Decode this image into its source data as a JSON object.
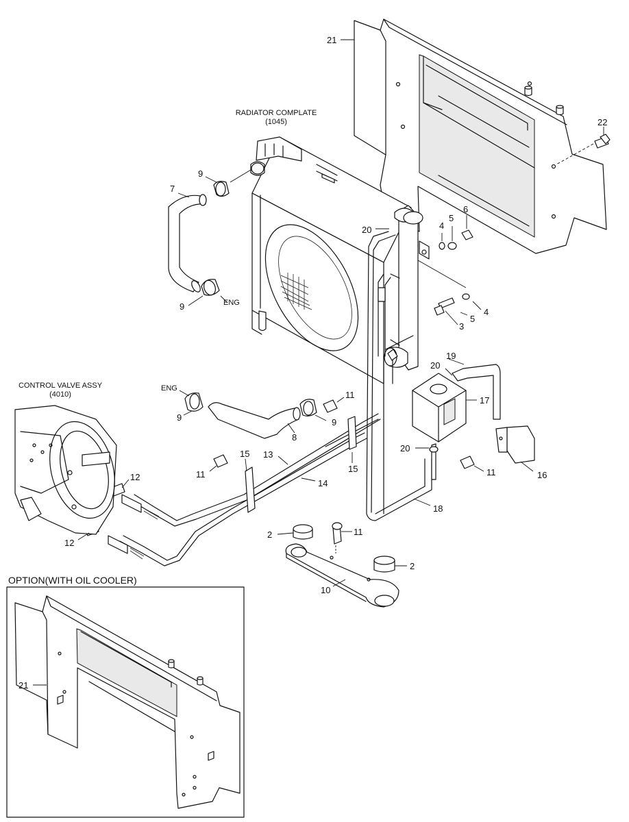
{
  "captions": {
    "radiator": "RADIATOR COMPLATE",
    "radiator_ref": "(1045)",
    "control_valve": "CONTROL VALVE ASSY",
    "control_valve_ref": "(4010)",
    "option": "OPTION(WITH OIL COOLER)"
  },
  "labels": {
    "p21_top": "21",
    "p22": "22",
    "p9_a": "9",
    "p7": "7",
    "p9_b": "9",
    "eng_a": "ENG",
    "p20_a": "20",
    "p4_a": "4",
    "p5_a": "5",
    "p6": "6",
    "p4_b": "4",
    "p5_b": "5",
    "p3": "3",
    "p19": "19",
    "p20_b": "20",
    "p17": "17",
    "eng_b": "ENG",
    "p9_c": "9",
    "p8": "8",
    "p11_a": "11",
    "p9_d": "9",
    "p20_c": "20",
    "p16": "16",
    "p11_b": "11",
    "p15_a": "15",
    "p13": "13",
    "p15_b": "15",
    "p11_c": "11",
    "p14": "14",
    "p12_a": "12",
    "p18": "18",
    "p2_a": "2",
    "p11_d": "11",
    "p2_b": "2",
    "p12_b": "12",
    "p10": "10",
    "p21_opt": "21"
  }
}
